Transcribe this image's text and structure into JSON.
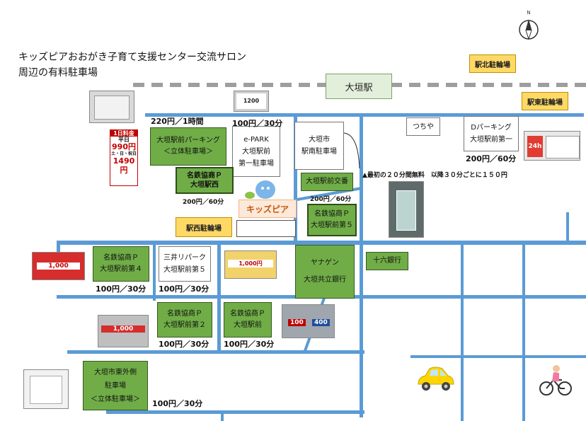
{
  "title": {
    "line1": "キッズピアおおがき子育て支援センター交流サロン",
    "line2": "周辺の有料駐車場"
  },
  "compass": {
    "label": "N"
  },
  "station": {
    "label": "大垣駅"
  },
  "station_north_lot": {
    "label": "駅北駐輪場"
  },
  "station_east_lot": {
    "label": "駅東駐輪場"
  },
  "station_west_lot": {
    "label": "駅西駐輪場"
  },
  "lots": {
    "ogaki_parking": {
      "line1": "大垣駅前パーキング",
      "line2": "＜立体駐車場＞",
      "price": "220円／1時間"
    },
    "epark": {
      "line1": "e-PARK",
      "line2": "大垣駅前",
      "line3": "第一駐車場",
      "price": "100円／30分"
    },
    "meitetsu_west": {
      "line1": "名鉄協商Ｐ",
      "line2": "大垣駅西",
      "price": "200円／60分"
    },
    "kidspia": {
      "label": "キッズピア"
    },
    "ogaki_city": {
      "line1": "大垣市",
      "line2": "駅南駐車場"
    },
    "free_note": "▲最初の２０分間無料　以降３０分ごとに１５０円",
    "tsuchiya": {
      "label": "つちや"
    },
    "d_parking": {
      "line1": "Dパーキング",
      "line2": "大垣駅前第一",
      "price": "200円／60分"
    },
    "ogaki_koban": {
      "label": "大垣駅前交番",
      "price": "200円／60分"
    },
    "meitetsu_5": {
      "line1": "名鉄協商Ｐ",
      "line2": "大垣駅前第５"
    },
    "yanagen": {
      "line1": "ヤナゲン",
      "line2": "大垣共立銀行"
    },
    "juroku": {
      "label": "十六銀行"
    },
    "meitetsu_4": {
      "line1": "名鉄協商Ｐ",
      "line2": "大垣駅前第４",
      "price": "100円／30分"
    },
    "mitsui": {
      "line1": "三井リパーク",
      "line2": "大垣駅前第５",
      "price": "100円／30分"
    },
    "meitetsu_2": {
      "line1": "名鉄協商Ｐ",
      "line2": "大垣駅前第２",
      "price": "100円／30分"
    },
    "meitetsu_mae": {
      "line1": "名鉄協商Ｐ",
      "line2": "大垣駅前",
      "price": "100円／30分"
    },
    "ogaki_city_outer": {
      "line1": "大垣市東外側",
      "line2": "駐車場",
      "line3": "＜立体駐車場＞",
      "price": "100円／30分"
    }
  },
  "signs": {
    "sign_1_heading": "1日料金",
    "sign_1_weekday": "平日",
    "sign_1_weekday_price": "990円",
    "sign_1_weekend": "土・日・祝日",
    "sign_1_weekend_price": "1490円",
    "sign_epark_price": "1200",
    "sign_d_brand": "24h",
    "sign_m4_price": "1,000",
    "sign_m2_price": "1,000",
    "sign_mitsui_price": "1,000円",
    "sign_mae_price_a": "100",
    "sign_mae_price_b": "400"
  },
  "colors": {
    "road": "#5b9bd5",
    "lot": "#70ad47",
    "label": "#ffd966"
  }
}
